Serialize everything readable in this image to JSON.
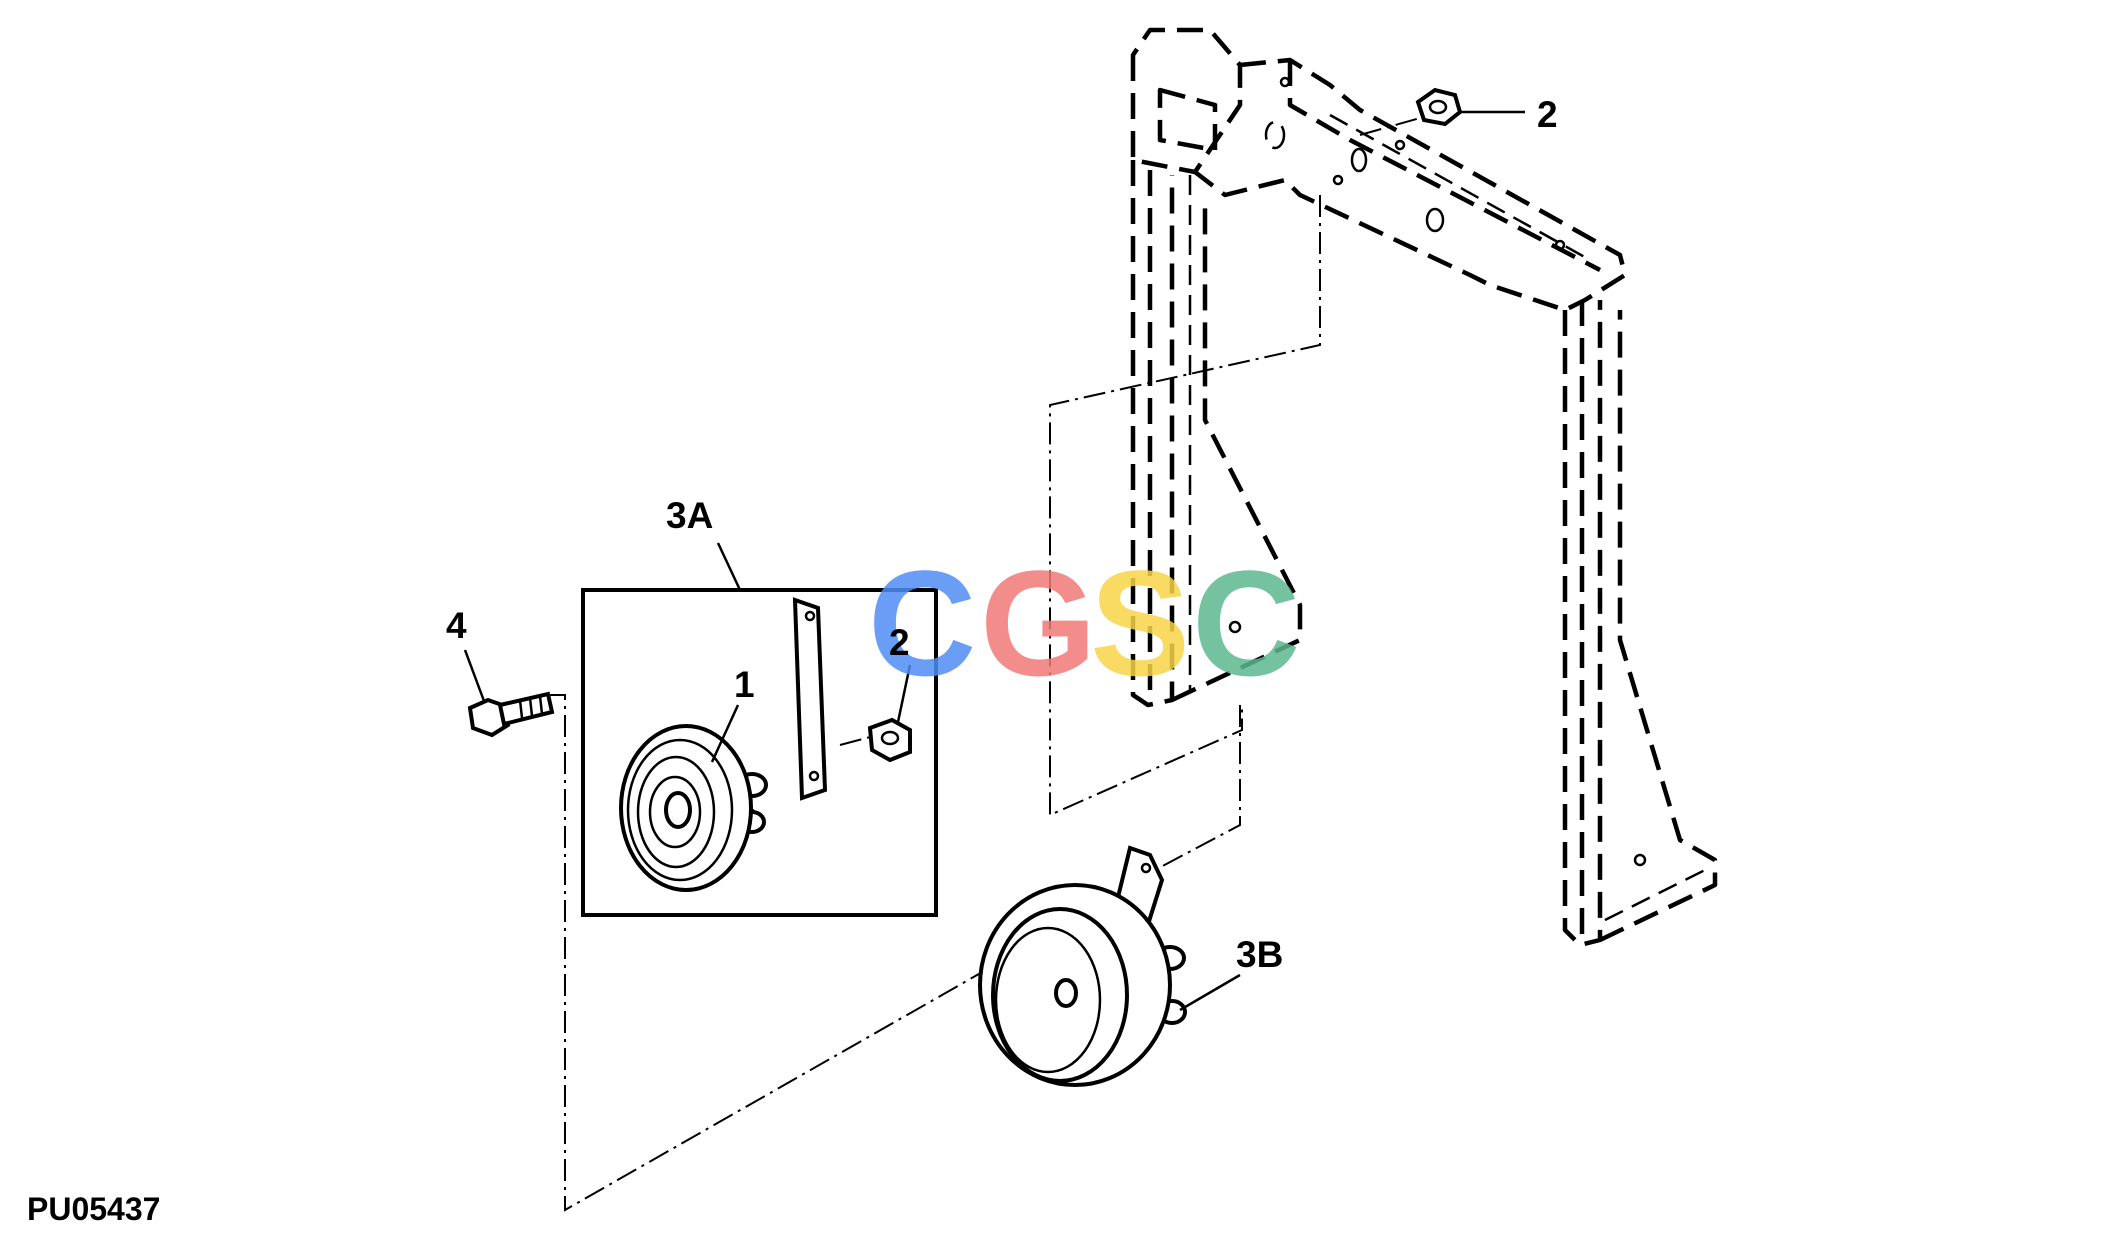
{
  "figure": {
    "code": "PU05437",
    "watermark": "CGSC",
    "watermark_colors": [
      "#4f8df5",
      "#f07a78",
      "#f8d548",
      "#5cb890"
    ]
  },
  "callouts": {
    "c1": "1",
    "c2_bracket": "2",
    "c2_kit": "2",
    "c3a": "3A",
    "c3b": "3B",
    "c4": "4"
  }
}
